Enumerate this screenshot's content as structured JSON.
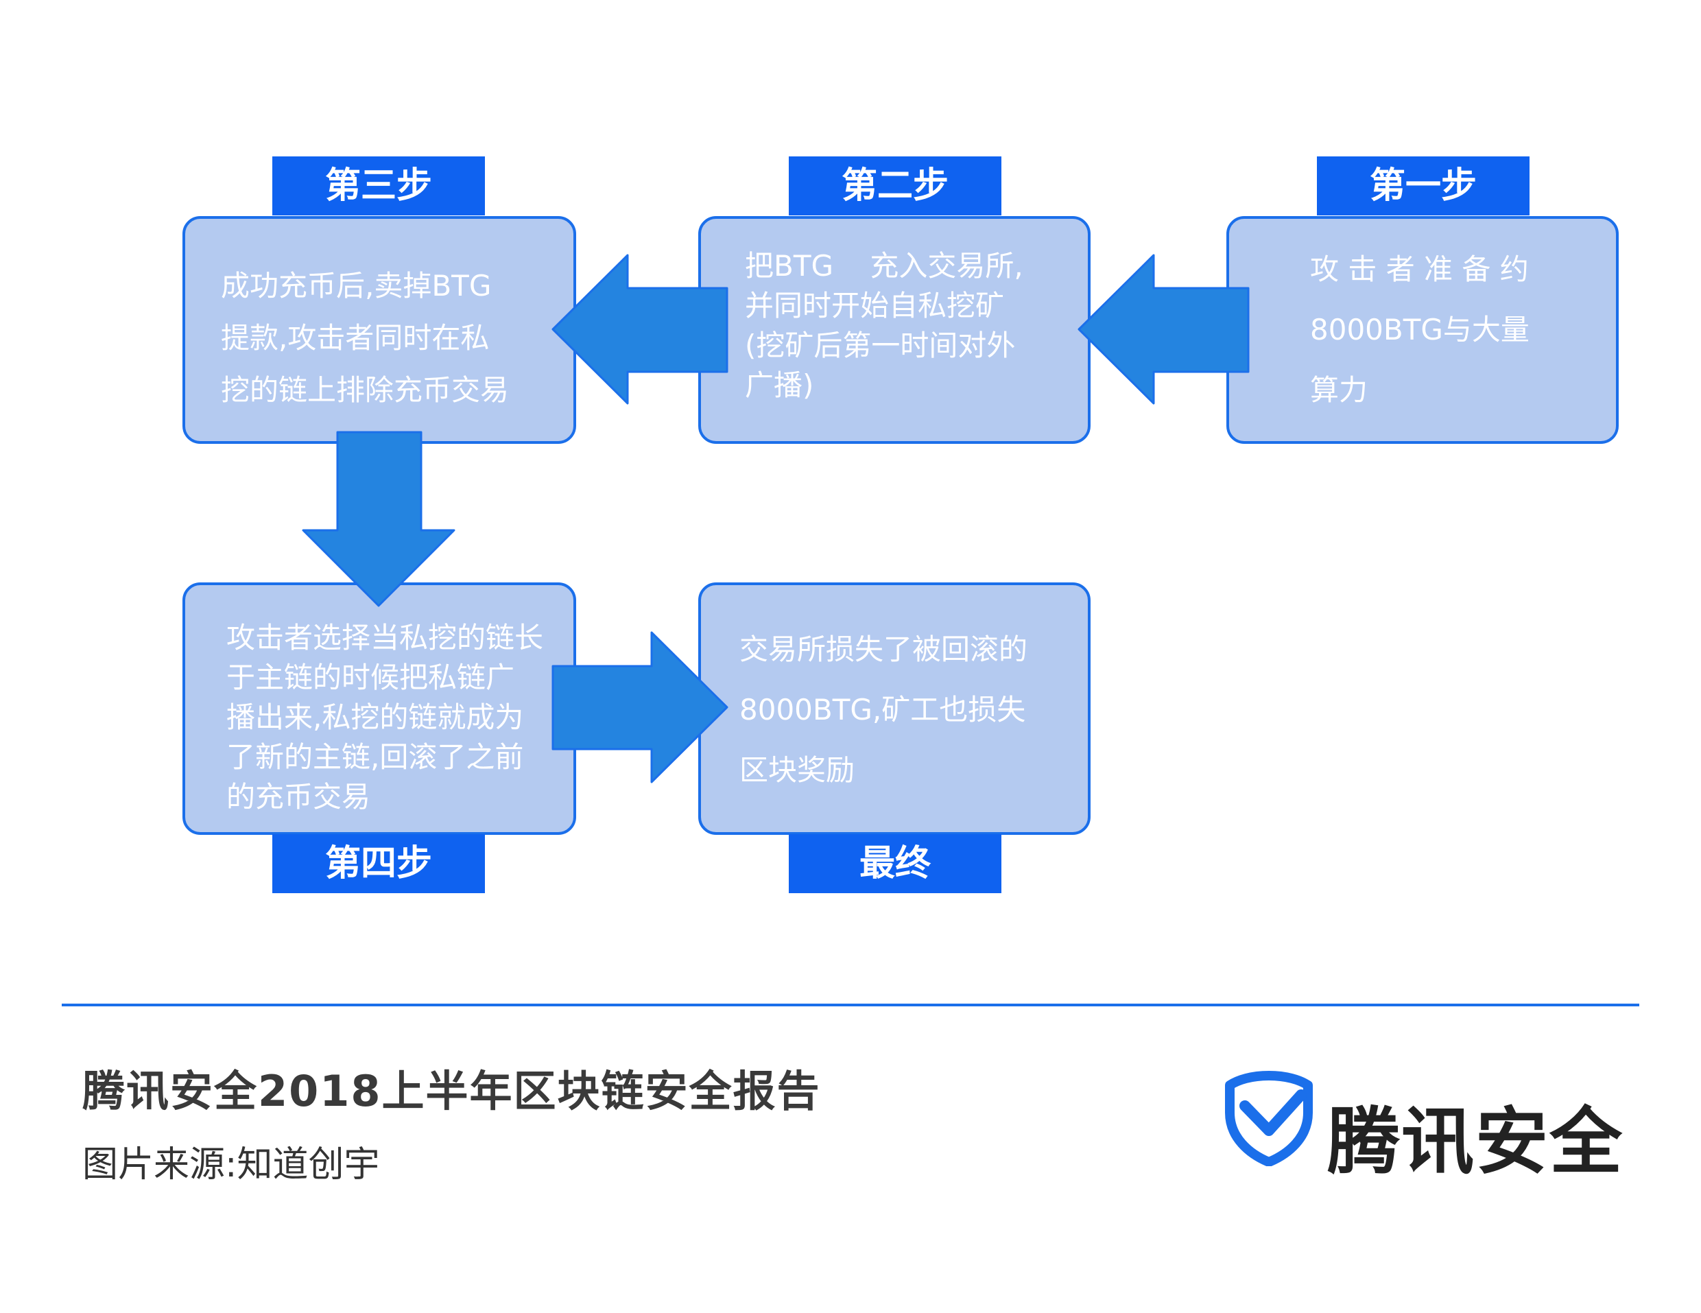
{
  "steps": {
    "step1": {
      "label": "第一步",
      "text": "攻 击 者 准 备 约\n8000BTG与大量\n算力"
    },
    "step2": {
      "label": "第二步",
      "text": "把BTG    充入交易所,\n并同时开始自私挖矿\n(挖矿后第一时间对外\n广播)"
    },
    "step3": {
      "label": "第三步",
      "text": "成功充币后,卖掉BTG\n提款,攻击者同时在私\n挖的链上排除充币交易"
    },
    "step4": {
      "label": "第四步",
      "text": "攻击者选择当私挖的链长\n于主链的时候把私链广\n播出来,私挖的链就成为\n了新的主链,回滚了之前\n的充币交易"
    },
    "final": {
      "label": "最终",
      "text": "交易所损失了被回滚的\n8000BTG,矿工也损失\n区块奖励"
    }
  },
  "footer": {
    "title": "腾讯安全2018上半年区块链安全报告",
    "source": "图片来源:知道创宇"
  },
  "brand": {
    "name": "腾讯安全",
    "logo_icon": "shield-check-icon"
  },
  "colors": {
    "box_fill": "#b4caf0",
    "box_border": "#1b6fea",
    "label_fill": "#0f62f0",
    "arrow_fill": "#2484e0"
  }
}
